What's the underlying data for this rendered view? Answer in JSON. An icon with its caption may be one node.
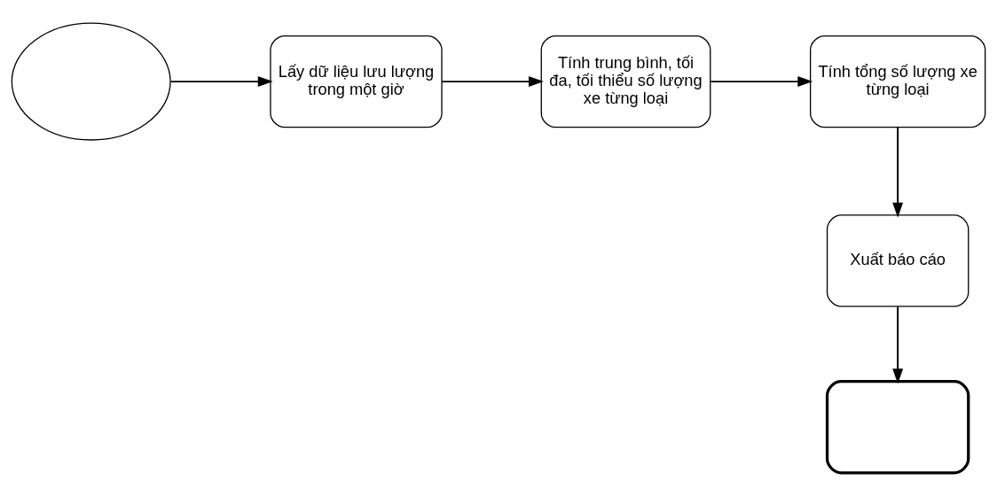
{
  "diagram": {
    "nodes": [
      {
        "text": [],
        "shape": "ellipse"
      },
      {
        "text": [
          "Lấy dữ liệu lưu lượng trong một giờ"
        ]
      },
      {
        "text": [
          "Tính trung bình, tối đa, tối thiểu số lượng xe từng loại"
        ]
      },
      {
        "text": [
          "Tính tổng số lượng xe từng loại"
        ]
      },
      {
        "text": [
          "Xuất báo cáo"
        ]
      },
      {
        "text": [],
        "shape": "stadium"
      }
    ],
    "edges": [
      {
        "from": 0,
        "to": 1,
        "arrow": "to"
      },
      {
        "from": 1,
        "to": 2,
        "arrow": "to"
      },
      {
        "from": 2,
        "to": 3,
        "arrow": "to"
      },
      {
        "from": 3,
        "to": 4,
        "arrow": "to"
      },
      {
        "from": 4,
        "to": 5,
        "arrow": "to"
      }
    ]
  }
}
